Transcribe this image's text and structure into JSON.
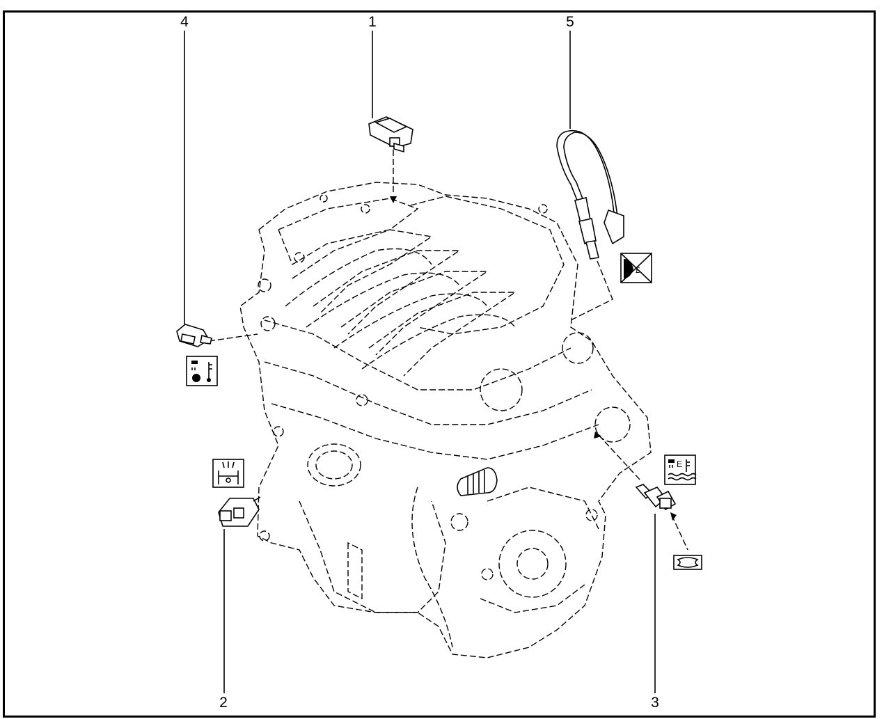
{
  "diagram": {
    "callouts": [
      {
        "id": "1",
        "label": "1"
      },
      {
        "id": "2",
        "label": "2"
      },
      {
        "id": "3",
        "label": "3"
      },
      {
        "id": "4",
        "label": "4"
      },
      {
        "id": "5",
        "label": "5"
      }
    ],
    "colors": {
      "line": "#000000",
      "background": "#ffffff"
    },
    "icons": [
      "camshaft-sensor-icon",
      "knock-sensor-icon",
      "coolant-temperature-sensor-icon",
      "oxygen-sensor-icon",
      "oil-pressure-icon",
      "gasket-seal-icon"
    ]
  }
}
